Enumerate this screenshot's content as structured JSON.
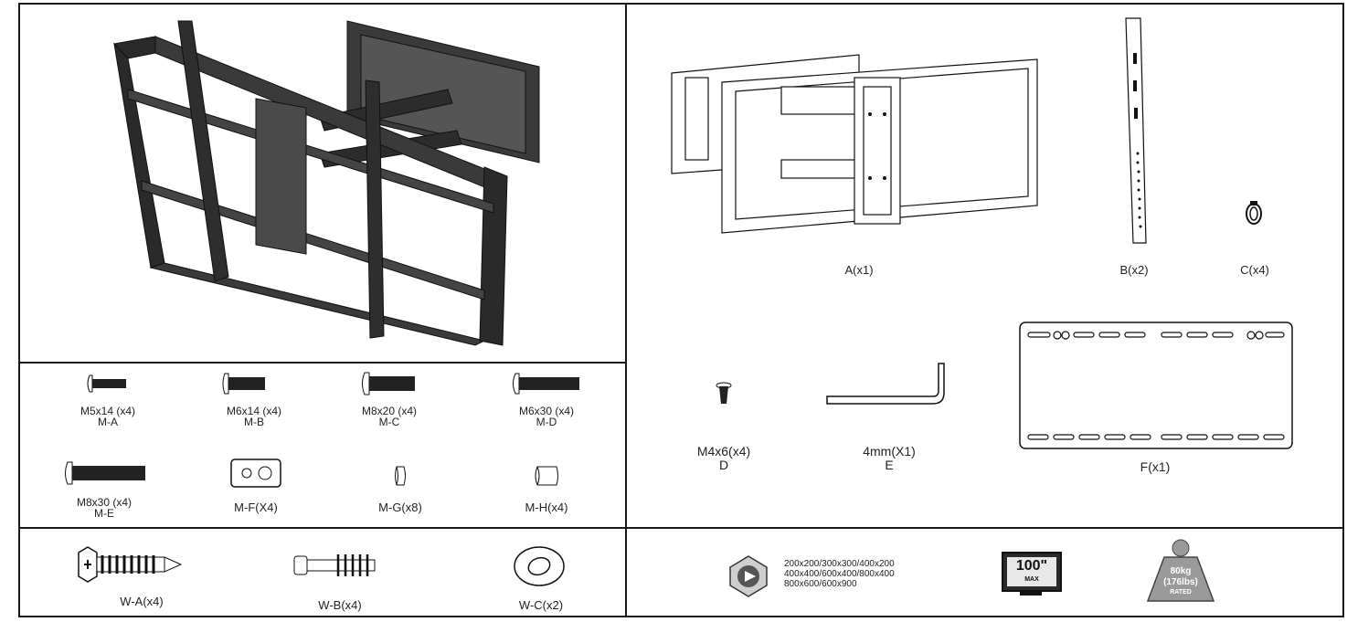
{
  "hardware": {
    "ma_label": "M5x14 (x4)",
    "ma_code": "M-A",
    "mb_label": "M6x14 (x4)",
    "mb_code": "M-B",
    "mc_label": "M8x20 (x4)",
    "mc_code": "M-C",
    "md_label": "M6x30 (x4)",
    "md_code": "M-D",
    "me_label": "M8x30 (x4)",
    "me_code": "M-E",
    "mf_label": "M-F(X4)",
    "mg_label": "M-G(x8)",
    "mh_label": "M-H(x4)"
  },
  "wall_hardware": {
    "wa_label": "W-A(x4)",
    "wb_label": "W-B(x4)",
    "wc_label": "W-C(x2)"
  },
  "parts": {
    "a_label": "A(x1)",
    "b_label": "B(x2)",
    "c_label": "C(x4)",
    "d_label": "M4x6(x4)",
    "d_code": "D",
    "e_label": "4mm(X1)",
    "e_code": "E",
    "f_label": "F(x1)"
  },
  "specs": {
    "vesa_line1": "200x200/300x300/400x200",
    "vesa_line2": "400x400/600x400/800x400",
    "vesa_line3": "800x600/600x900",
    "tv_size": "100\"",
    "tv_max": "MAX",
    "weight_kg": "80kg",
    "weight_lbs": "(176lbs)",
    "weight_rated": "RATED"
  }
}
